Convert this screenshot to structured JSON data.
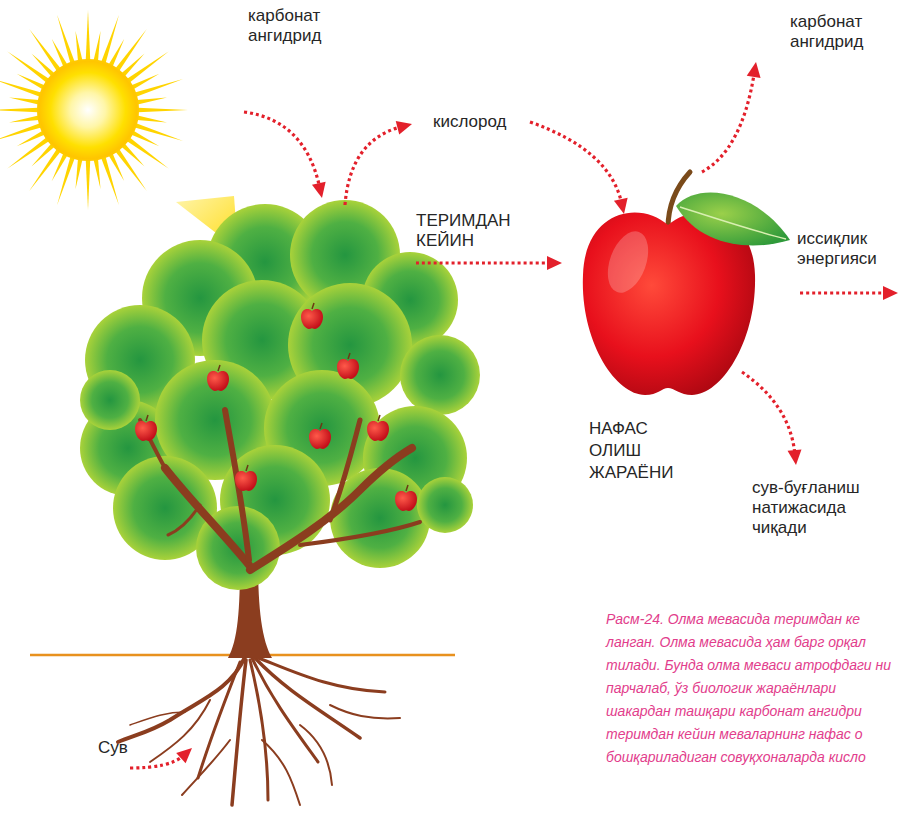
{
  "diagram": {
    "caption": "Расм-24. Олма мевасида теримдан ке ланган. Олма мевасида ҳам барг орқал тилади. Бунда олма меваси атрофдаги ни парчалаб, ўз биологик жараёнлари шакардан ташқари карбонат ангидри теримдан кейин меваларнинг нафас о бошқариладиган совуқхоналарда кисло",
    "labels": [
      "карбонат ангидрид",
      "кислород",
      "ТЕРИМДАН КЕЙИН",
      "карбонат ангидрид",
      "иссиқлик энергияси",
      "НАФАС ОЛИШ ЖАРАЁНИ",
      "сув-буғланиш натижасида чиқади",
      "Сув"
    ]
  }
}
